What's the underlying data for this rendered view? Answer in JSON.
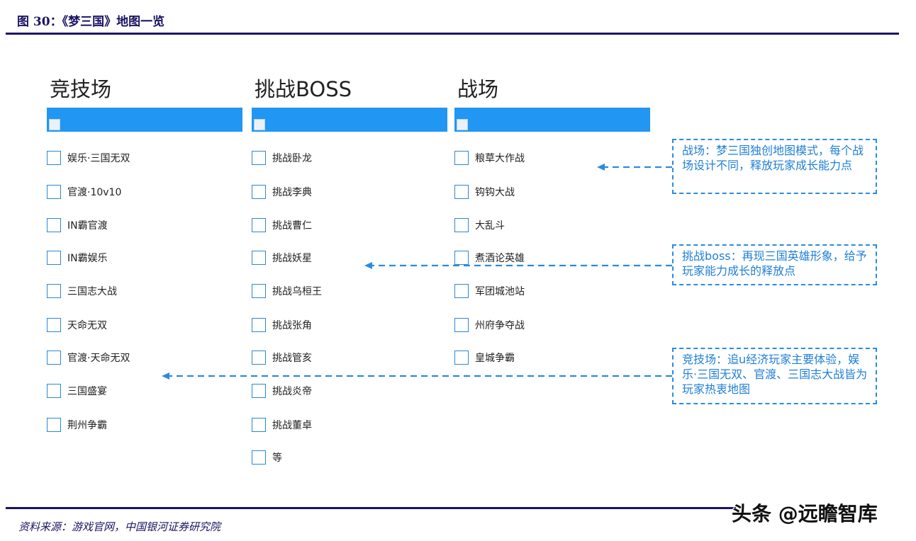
{
  "figure_title": "图 30：《梦三国》地图一览",
  "source": "资料来源：游戏官网，中国银河证券研究院",
  "watermark": "头条 @远瞻智库",
  "columns": [
    {
      "title": "竞技场",
      "items": [
        "娱乐·三国无双",
        "官渡·10v10",
        "IN霸官渡",
        "IN霸娱乐",
        "三国志大战",
        "天命无双",
        "官渡·天命无双",
        "三国盛宴",
        "荆州争霸"
      ]
    },
    {
      "title": "挑战BOSS",
      "items": [
        "挑战卧龙",
        "挑战李典",
        "挑战曹仁",
        "挑战妖星",
        "挑战乌桓王",
        "挑战张角",
        "挑战管亥",
        "挑战炎帝",
        "挑战董卓",
        "等"
      ]
    },
    {
      "title": "战场",
      "items": [
        "粮草大作战",
        "钩钩大战",
        "大乱斗",
        "煮酒论英雄",
        "军团城池站",
        "州府争夺战",
        "皇城争霸"
      ]
    }
  ],
  "notes": {
    "battlefield": "战场：梦三国独创地图模式，每个战场设计不同，释放玩家成长能力点",
    "boss": "挑战boss：再现三国英雄形象，给予玩家能力成长的释放点",
    "arena": "竞技场：追u经济玩家主要体验，娱乐·三国无双、官渡、三国志大战皆为玩家热衷地图"
  },
  "colors": {
    "header_bar": "#2196f3",
    "checkbox_border": "#2a88d8",
    "note_text": "#1f7fd6",
    "rule": "#1b1464"
  }
}
